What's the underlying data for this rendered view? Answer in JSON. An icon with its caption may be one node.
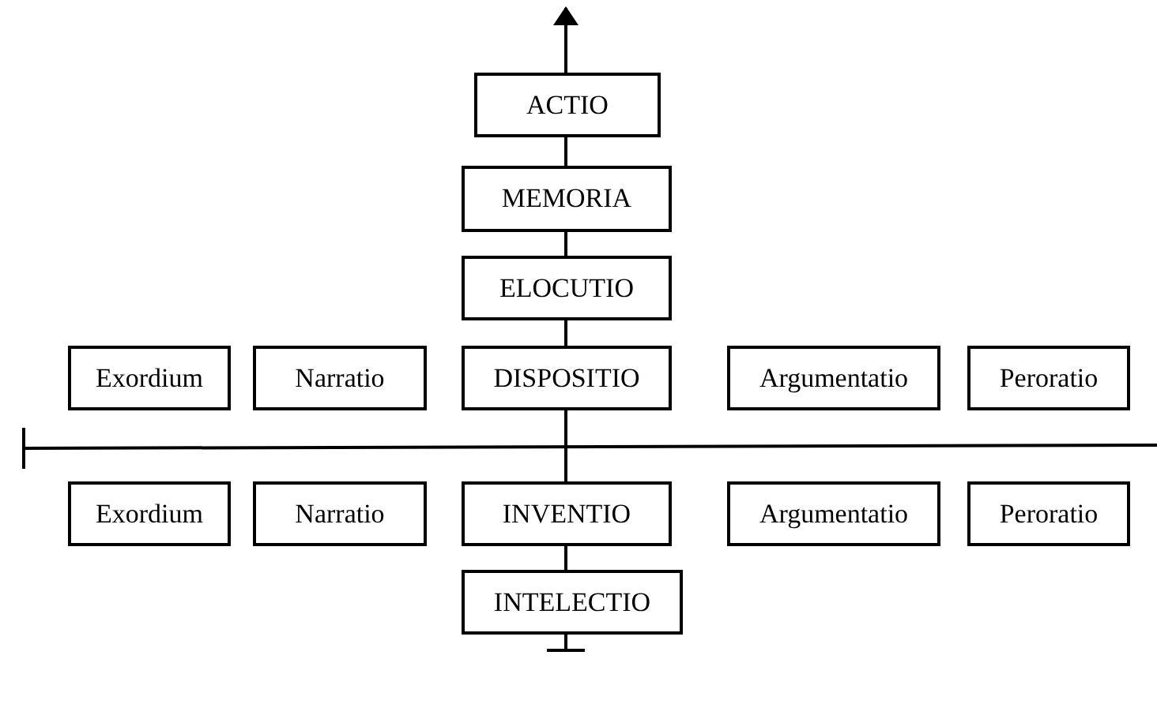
{
  "diagram": {
    "nodes": [
      {
        "text": [
          "ACTIO"
        ]
      },
      {
        "text": [
          "MEMORIA"
        ]
      },
      {
        "text": [
          "ELOCUTIO"
        ]
      },
      {
        "text": [
          "Exordium"
        ]
      },
      {
        "text": [
          "Narratio"
        ]
      },
      {
        "text": [
          "DISPOSITIO"
        ]
      },
      {
        "text": [
          "Argumentatio"
        ]
      },
      {
        "text": [
          "Peroratio"
        ]
      },
      {
        "text": [
          "Exordium"
        ]
      },
      {
        "text": [
          "Narratio"
        ]
      },
      {
        "text": [
          "INVENTIO"
        ]
      },
      {
        "text": [
          "Argumentatio"
        ]
      },
      {
        "text": [
          "Peroratio"
        ]
      },
      {
        "text": [
          "INTELECTIO"
        ]
      }
    ],
    "edges": [
      {
        "from": 0,
        "to": null,
        "arrow": "to"
      },
      {
        "from": 1,
        "to": 0,
        "arrow": "none"
      },
      {
        "from": 2,
        "to": 1,
        "arrow": "none"
      },
      {
        "from": 5,
        "to": 2,
        "arrow": "none"
      },
      {
        "from": 10,
        "to": 5,
        "arrow": "none"
      },
      {
        "from": 13,
        "to": 10,
        "arrow": "none"
      },
      {
        "from": null,
        "to": 13,
        "arrow": "other"
      }
    ]
  }
}
